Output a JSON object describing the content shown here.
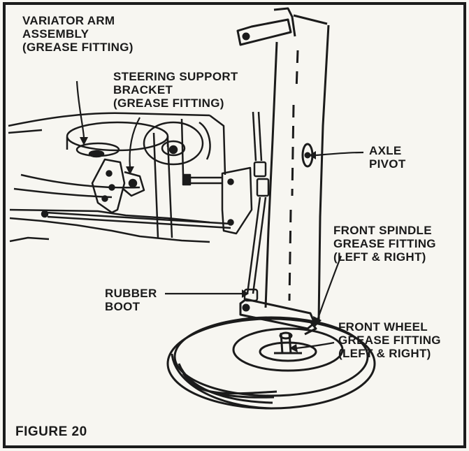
{
  "figure": {
    "caption": "FIGURE 20"
  },
  "labels": {
    "variator_arm": {
      "line1": "VARIATOR ARM",
      "line2": "ASSEMBLY",
      "line3": "(GREASE FITTING)"
    },
    "steering_support": {
      "line1": "STEERING SUPPORT",
      "line2": "BRACKET",
      "line3": "(GREASE FITTING)"
    },
    "axle_pivot": {
      "line1": "AXLE",
      "line2": "PIVOT"
    },
    "front_spindle": {
      "line1": "FRONT SPINDLE",
      "line2": "GREASE FITTING",
      "line3": "(LEFT & RIGHT)"
    },
    "rubber_boot": {
      "line1": "RUBBER",
      "line2": "BOOT"
    },
    "front_wheel": {
      "line1": "FRONT WHEEL",
      "line2": "GREASE FITTING",
      "line3": "(LEFT & RIGHT)"
    }
  },
  "colors": {
    "ink": "#1b1b1b",
    "paper": "#f7f6f1"
  }
}
